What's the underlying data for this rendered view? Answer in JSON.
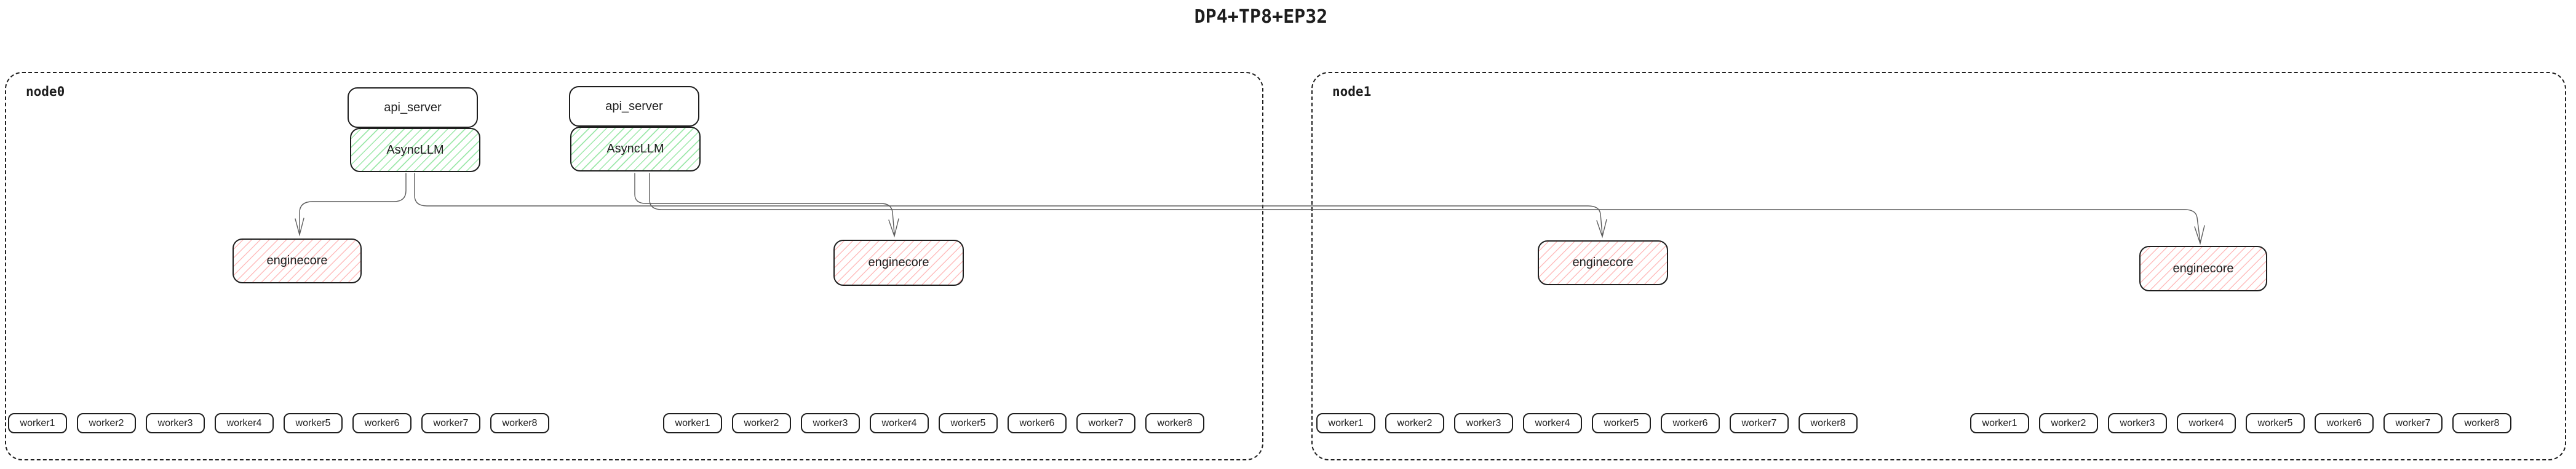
{
  "title": "DP4+TP8+EP32",
  "palette": {
    "border": "#1e1e1e",
    "asyncllm_hatch": "#69db7c",
    "enginecore_hatch": "#ff8787",
    "connector": "#5c5c5c",
    "background": "#ffffff"
  },
  "nodes": [
    {
      "label": "node0",
      "stacks": [
        {
          "api_server_label": "api_server",
          "asyncllm_label": "AsyncLLM"
        },
        {
          "api_server_label": "api_server",
          "asyncllm_label": "AsyncLLM"
        }
      ],
      "enginecore_labels": [
        "enginecore",
        "enginecore"
      ],
      "worker_groups": [
        [
          "worker1",
          "worker2",
          "worker3",
          "worker4",
          "worker5",
          "worker6",
          "worker7",
          "worker8"
        ],
        [
          "worker1",
          "worker2",
          "worker3",
          "worker4",
          "worker5",
          "worker6",
          "worker7",
          "worker8"
        ]
      ]
    },
    {
      "label": "node1",
      "enginecore_labels": [
        "enginecore",
        "enginecore"
      ],
      "worker_groups": [
        [
          "worker1",
          "worker2",
          "worker3",
          "worker4",
          "worker5",
          "worker6",
          "worker7",
          "worker8"
        ],
        [
          "worker1",
          "worker2",
          "worker3",
          "worker4",
          "worker5",
          "worker6",
          "worker7",
          "worker8"
        ]
      ]
    }
  ]
}
